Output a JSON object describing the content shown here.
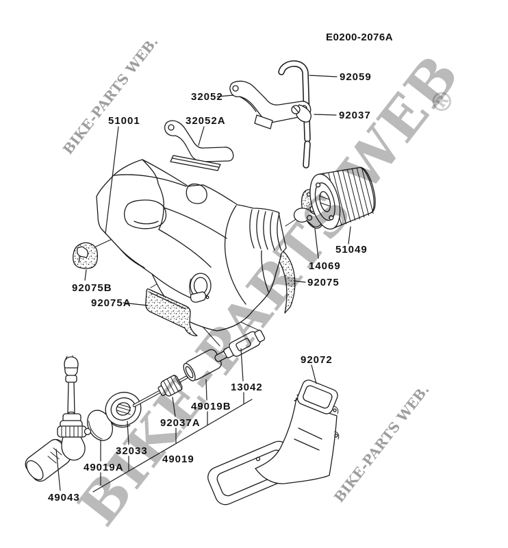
{
  "page": {
    "background": "#ffffff",
    "ink": "#1a1a1a"
  },
  "header": {
    "diagram_code": "E0200-2076A"
  },
  "watermark": {
    "large_text": "BIKE-PARTS WEB",
    "registered_mark": "®",
    "small_text": "BIKE-PARTS WEB.",
    "large_color": "#b9b9b9",
    "small_color": "#9e9e9e"
  },
  "part_labels": {
    "p92059": "92059",
    "p92037": "92037",
    "p32052": "32052",
    "p32052a": "32052A",
    "p51001": "51001",
    "p51049": "51049",
    "p14069": "14069",
    "p92075": "92075",
    "p92075b": "92075B",
    "p92075a": "92075A",
    "p92072": "92072",
    "p13042": "13042",
    "p49019b": "49019B",
    "p92037a": "92037A",
    "p32033": "32033",
    "p49019": "49019",
    "p49019a": "49019A",
    "p49043": "49043"
  }
}
